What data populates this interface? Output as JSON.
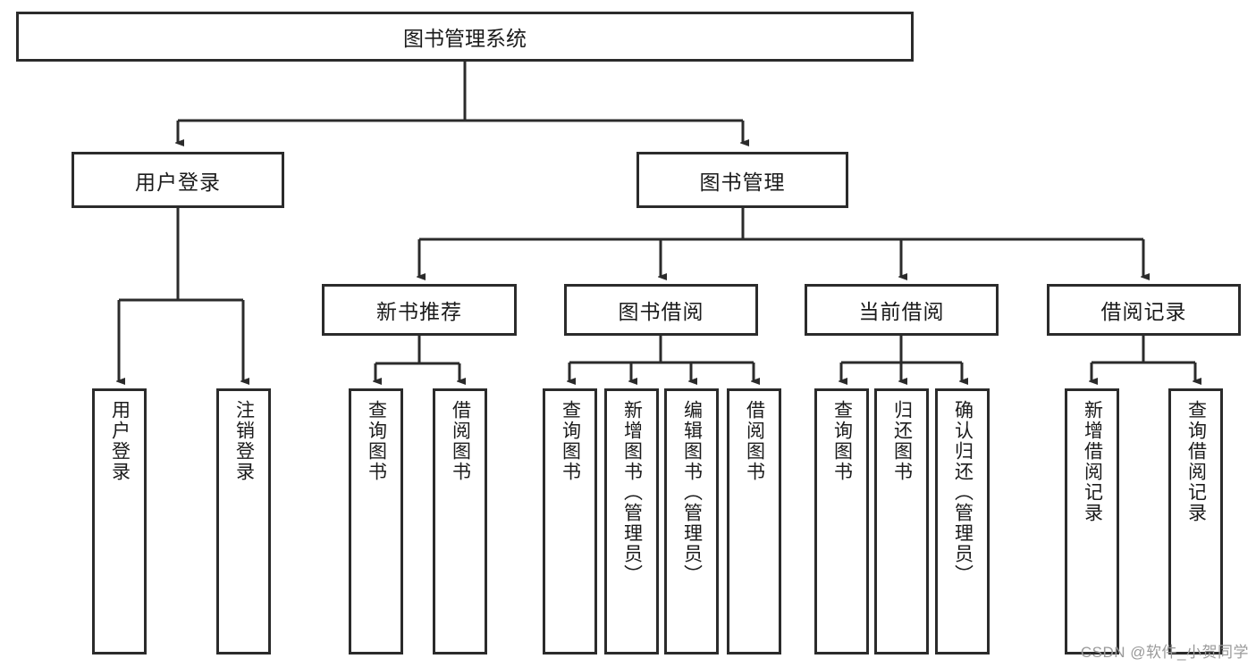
{
  "diagram": {
    "type": "tree-hierarchy",
    "title": "图书管理系统",
    "root": {
      "id": "root",
      "label": "图书管理系统"
    },
    "level2": [
      {
        "id": "user-login",
        "label": "用户登录"
      },
      {
        "id": "book-manage",
        "label": "图书管理"
      }
    ],
    "level3": [
      {
        "id": "new-book-recommend",
        "label": "新书推荐",
        "parent": "book-manage"
      },
      {
        "id": "book-borrow",
        "label": "图书借阅",
        "parent": "book-manage"
      },
      {
        "id": "current-borrow",
        "label": "当前借阅",
        "parent": "book-manage"
      },
      {
        "id": "borrow-record",
        "label": "借阅记录",
        "parent": "book-manage"
      }
    ],
    "leaves": [
      {
        "id": "leaf-user-login",
        "label": "用户登录",
        "parent": "user-login"
      },
      {
        "id": "leaf-user-logout",
        "label": "注销登录",
        "parent": "user-login"
      },
      {
        "id": "leaf-query-book-1",
        "label": "查询图书",
        "parent": "new-book-recommend"
      },
      {
        "id": "leaf-borrow-book-1",
        "label": "借阅图书",
        "parent": "new-book-recommend"
      },
      {
        "id": "leaf-query-book-2",
        "label": "查询图书",
        "parent": "book-borrow"
      },
      {
        "id": "leaf-add-book",
        "label": "新增图书（管理员）",
        "parent": "book-borrow"
      },
      {
        "id": "leaf-edit-book",
        "label": "编辑图书（管理员）",
        "parent": "book-borrow"
      },
      {
        "id": "leaf-borrow-book-2",
        "label": "借阅图书",
        "parent": "book-borrow"
      },
      {
        "id": "leaf-query-book-3",
        "label": "查询图书",
        "parent": "current-borrow"
      },
      {
        "id": "leaf-return-book",
        "label": "归还图书",
        "parent": "current-borrow"
      },
      {
        "id": "leaf-confirm-return",
        "label": "确认归还（管理员）",
        "parent": "current-borrow"
      },
      {
        "id": "leaf-add-record",
        "label": "新增借阅记录",
        "parent": "borrow-record"
      },
      {
        "id": "leaf-query-record",
        "label": "查询借阅记录",
        "parent": "borrow-record"
      }
    ],
    "watermark": "CSDN @软件_小贺同学",
    "colors": {
      "border": "#2b2b2b",
      "fill": "#ffffff",
      "connector": "#2b2b2b",
      "text": "#1b1b1b",
      "watermark": "#9a9a9a"
    }
  }
}
